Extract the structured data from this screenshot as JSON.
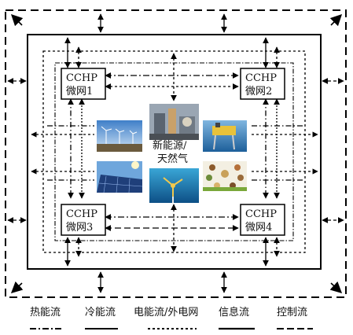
{
  "center_label": {
    "line1": "新能源/",
    "line2": "天然气"
  },
  "nodes": [
    {
      "line1": "CCHP",
      "line2": "微网1"
    },
    {
      "line1": "CCHP",
      "line2": "微网2"
    },
    {
      "line1": "CCHP",
      "line2": "微网3"
    },
    {
      "line1": "CCHP",
      "line2": "微网4"
    }
  ],
  "legend": [
    {
      "label": "热能流"
    },
    {
      "label": "冷能流"
    },
    {
      "label": "电能流/外电网"
    },
    {
      "label": "信息流"
    },
    {
      "label": "控制流"
    }
  ],
  "photos": [
    {
      "icon": "wind-turbines-photo"
    },
    {
      "icon": "gas-plant-photo"
    },
    {
      "icon": "offshore-platform-photo"
    },
    {
      "icon": "solar-panel-photo"
    },
    {
      "icon": "tidal-turbine-photo"
    },
    {
      "icon": "biomass-photo"
    }
  ]
}
